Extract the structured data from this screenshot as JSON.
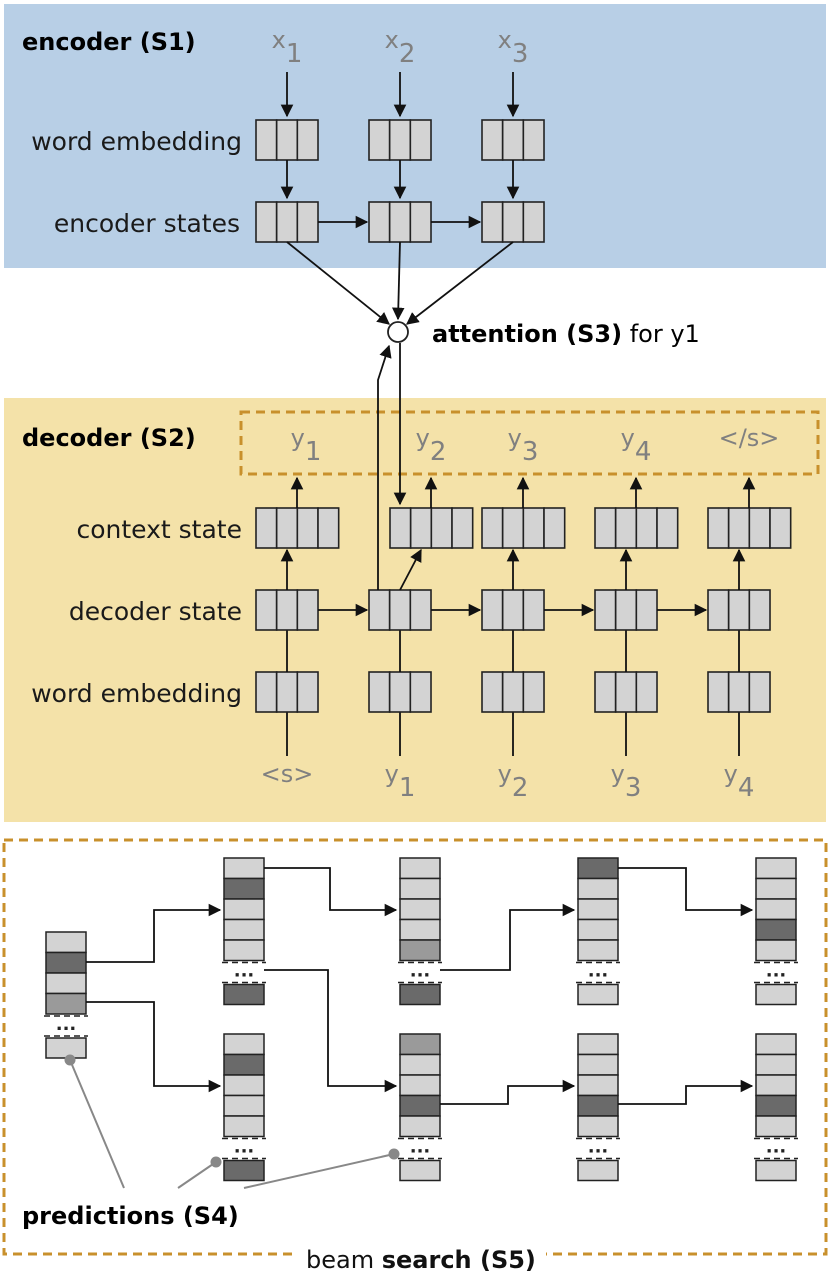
{
  "encoder": {
    "title": "encoder (S1)",
    "inputs": [
      {
        "base": "x",
        "sub": "1"
      },
      {
        "base": "x",
        "sub": "2"
      },
      {
        "base": "x",
        "sub": "3"
      }
    ],
    "row_word_embedding": "word embedding",
    "row_encoder_states": "encoder states",
    "bg_color": "#b8cfe6"
  },
  "attention": {
    "label_bold": "attention (S3)",
    "label_rest": " for y1"
  },
  "decoder": {
    "title": "decoder (S2)",
    "row_context_state": "context state",
    "row_decoder_state": "decoder state",
    "row_word_embedding": "word embedding",
    "outputs": [
      {
        "base": "y",
        "sub": "1"
      },
      {
        "base": "y",
        "sub": "2"
      },
      {
        "base": "y",
        "sub": "3"
      },
      {
        "base": "y",
        "sub": "4"
      },
      {
        "base": "</s>",
        "sub": ""
      }
    ],
    "inputs": [
      {
        "base": "<s>",
        "sub": ""
      },
      {
        "base": "y",
        "sub": "1"
      },
      {
        "base": "y",
        "sub": "2"
      },
      {
        "base": "y",
        "sub": "3"
      },
      {
        "base": "y",
        "sub": "4"
      }
    ],
    "bg_color": "#f4e2a9"
  },
  "beam": {
    "predictions_label": "predictions (S4)",
    "search_label_pre": "beam ",
    "search_label_bold": "search (S5)",
    "ellipsis": "...",
    "dashed_color": "#c8902c"
  },
  "colors": {
    "cell_light": "#d3d3d3",
    "cell_mid": "#9a9a9a",
    "cell_dark": "#6a6a6a",
    "token_gray": "#808080"
  }
}
